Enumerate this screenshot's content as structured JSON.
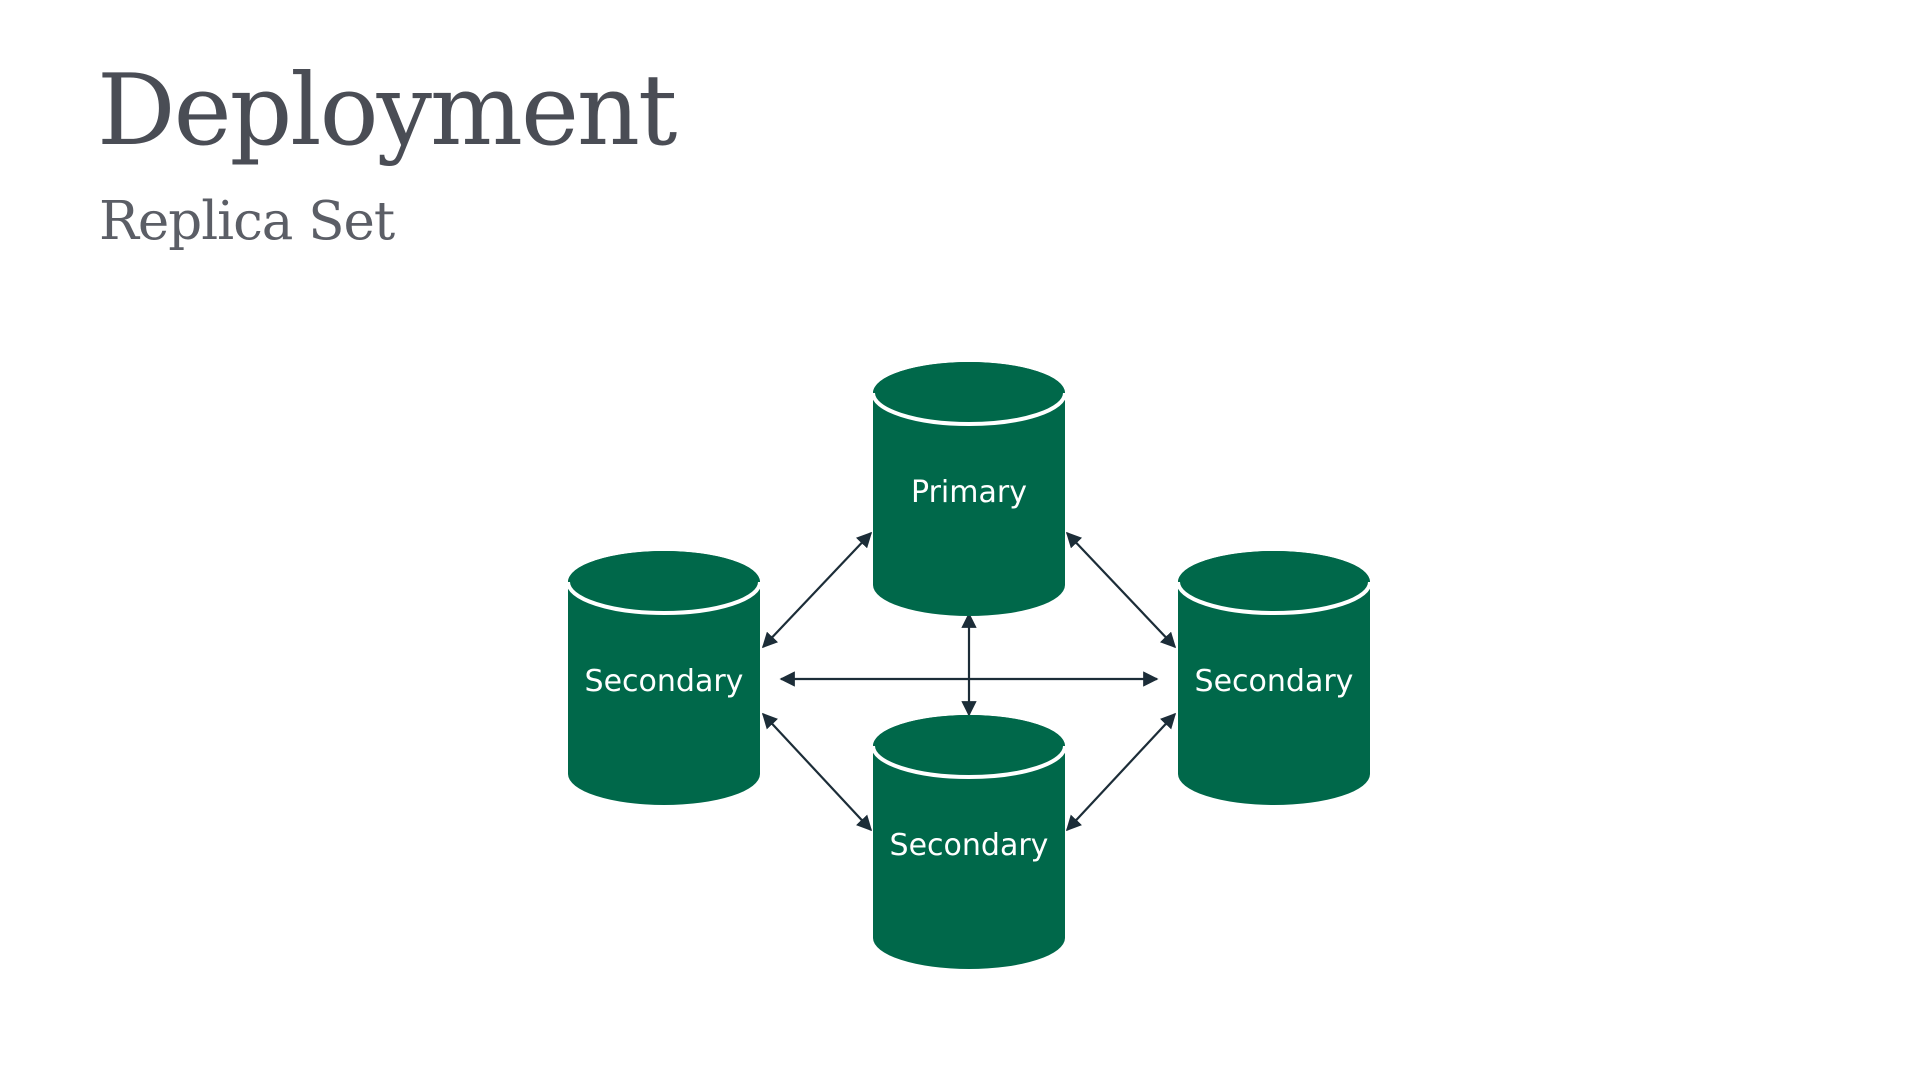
{
  "slide": {
    "title": "Deployment",
    "subtitle": "Replica Set"
  },
  "diagram": {
    "nodes": [
      {
        "id": "primary",
        "label": "Primary"
      },
      {
        "id": "secondary-left",
        "label": "Secondary"
      },
      {
        "id": "secondary-right",
        "label": "Secondary"
      },
      {
        "id": "secondary-bottom",
        "label": "Secondary"
      }
    ],
    "connections": [
      {
        "from": "primary",
        "to": "secondary-left",
        "bidirectional": true
      },
      {
        "from": "primary",
        "to": "secondary-right",
        "bidirectional": true
      },
      {
        "from": "primary",
        "to": "secondary-bottom",
        "bidirectional": true
      },
      {
        "from": "secondary-left",
        "to": "secondary-right",
        "bidirectional": true
      },
      {
        "from": "secondary-left",
        "to": "secondary-bottom",
        "bidirectional": true
      },
      {
        "from": "secondary-right",
        "to": "secondary-bottom",
        "bidirectional": true
      }
    ]
  },
  "colors": {
    "node_fill": "#00684a",
    "node_rim": "#ffffff",
    "arrow": "#1c2d38",
    "title_text": "#4a4d55"
  }
}
